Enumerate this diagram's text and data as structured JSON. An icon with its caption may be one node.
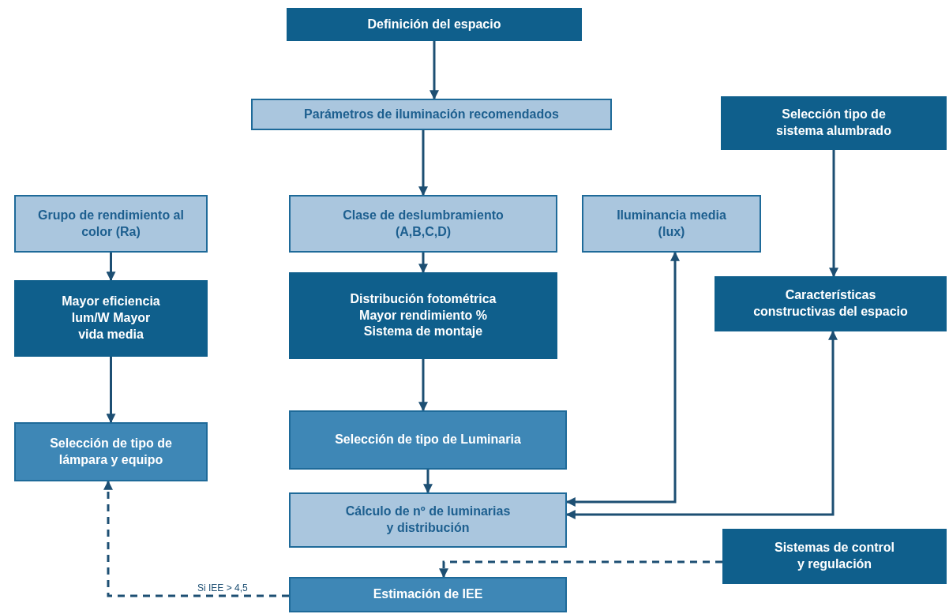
{
  "diagram": {
    "nodes": [
      {
        "text": [
          "Definición del espacio"
        ]
      },
      {
        "text": [
          "Parámetros de iluminación recomendados"
        ]
      },
      {
        "text": [
          "Selección tipo de sistema alumbrado"
        ]
      },
      {
        "text": [
          "Grupo de rendimiento al color (Ra)"
        ]
      },
      {
        "text": [
          "Clase de deslumbramiento (A,B,C,D)"
        ]
      },
      {
        "text": [
          "Iluminancia media (lux)"
        ]
      },
      {
        "text": [
          "Mayor eficiencia lum/W Mayor vida media"
        ]
      },
      {
        "text": [
          "Distribución fotométrica Mayor rendimiento % Sistema de montaje"
        ]
      },
      {
        "text": [
          "Características constructivas del espacio"
        ]
      },
      {
        "text": [
          "Selección de tipo de lámpara y equipo"
        ]
      },
      {
        "text": [
          "Selección de tipo de Luminaria"
        ]
      },
      {
        "text": [
          "Cálculo de nº de luminarias y distribución"
        ]
      },
      {
        "text": [
          "Sistemas de control y regulación"
        ]
      },
      {
        "text": [
          "Estimación de IEE"
        ]
      }
    ],
    "edges": [
      {
        "from": 0,
        "to": 1,
        "arrow": "to"
      },
      {
        "from": 1,
        "to": 4,
        "arrow": "to"
      },
      {
        "from": 2,
        "to": 8,
        "arrow": "to"
      },
      {
        "from": 3,
        "to": 6,
        "arrow": "to"
      },
      {
        "from": 4,
        "to": 7,
        "arrow": "to"
      },
      {
        "from": 6,
        "to": 9,
        "arrow": "to"
      },
      {
        "from": 7,
        "to": 10,
        "arrow": "to"
      },
      {
        "from": 10,
        "to": 11,
        "arrow": "to"
      },
      {
        "from": 11,
        "to": 5,
        "arrow": "both"
      },
      {
        "from": 11,
        "to": 8,
        "arrow": "both"
      },
      {
        "from": 12,
        "to": 13,
        "arrow": "to",
        "style": "dashed"
      },
      {
        "from": 13,
        "to": 9,
        "arrow": "to",
        "style": "dashed",
        "label": "Si IEE > 4,5"
      }
    ]
  }
}
